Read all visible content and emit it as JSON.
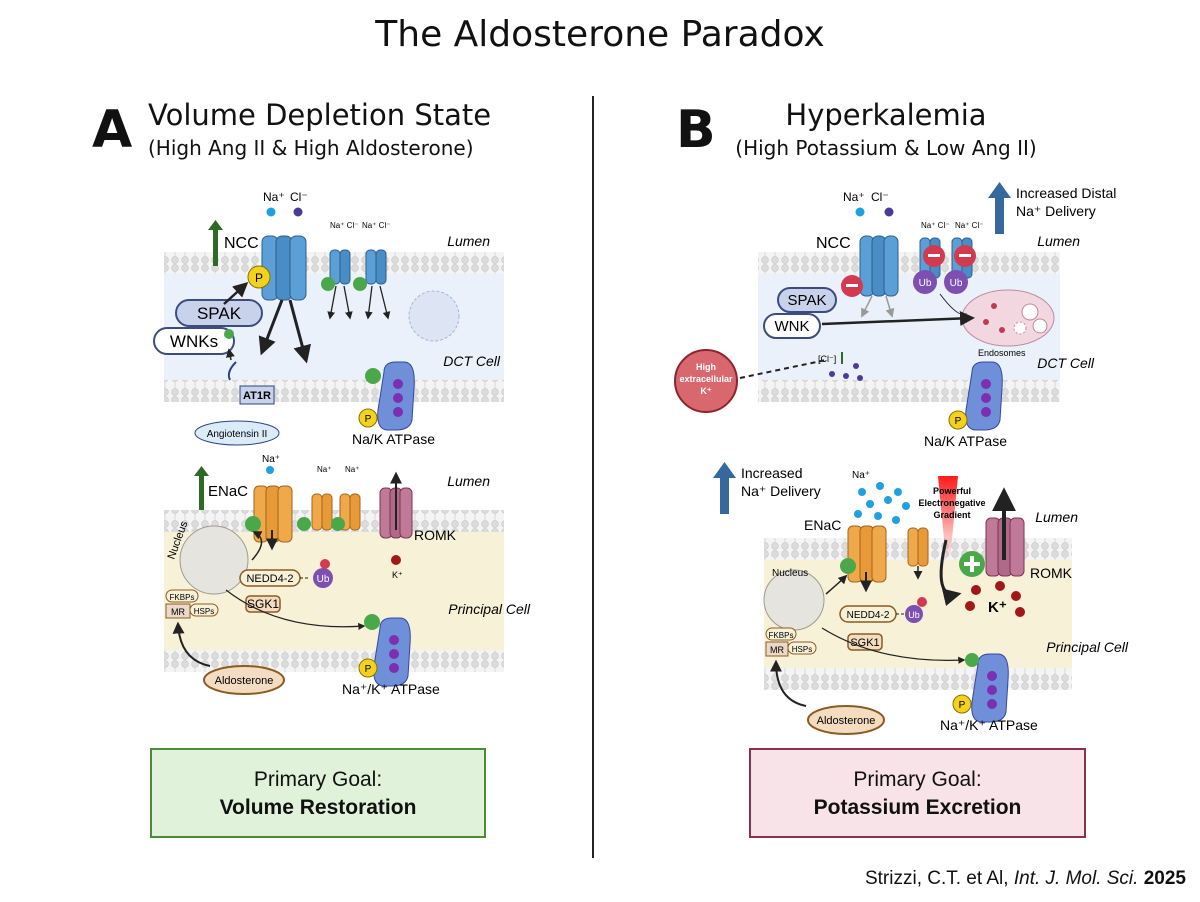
{
  "title": "The Aldosterone Paradox",
  "panel_a": {
    "letter": "A",
    "heading": "Volume Depletion State",
    "subheading": "(High Ang II & High Aldosterone)",
    "dct": {
      "lumen": "Lumen",
      "cell": "DCT Cell",
      "ncc": "NCC",
      "na": "Na⁺",
      "cl": "Cl⁻",
      "small_ions": "Na⁺ Cl⁻",
      "spak": "SPAK",
      "wnks": "WNKs",
      "at1r": "AT1R",
      "ang": "Angiotensin II",
      "pump": "Na/K ATPase",
      "p": "P"
    },
    "pc": {
      "lumen": "Lumen",
      "cell": "Principal Cell",
      "enac": "ENaC",
      "na": "Na⁺",
      "romk": "ROMK",
      "k": "K⁺",
      "nucleus": "Nucleus",
      "nedd": "NEDD4-2",
      "sgk": "SGK1",
      "ub": "Ub",
      "fkbps": "FKBPs",
      "hsps": "HSPs",
      "mr": "MR",
      "aldo": "Aldosterone",
      "pump": "Na⁺/K⁺ ATPase",
      "p": "P"
    },
    "goal_line1": "Primary Goal:",
    "goal_line2": "Volume Restoration"
  },
  "panel_b": {
    "letter": "B",
    "heading": "Hyperkalemia",
    "subheading": "(High Potassium & Low Ang II)",
    "dct": {
      "lumen": "Lumen",
      "cell": "DCT Cell",
      "ncc": "NCC",
      "na": "Na⁺",
      "cl": "Cl⁻",
      "small_ions": "Na⁺ Cl⁻",
      "spak": "SPAK",
      "wnk": "WNK",
      "endosomes": "Endosomes",
      "cl_intra": "[Cl⁻]",
      "high_k_1": "High",
      "high_k_2": "extracellular",
      "high_k_3": "K⁺",
      "distal_1": "Increased Distal",
      "distal_2": "Na⁺ Delivery",
      "pump": "Na/K ATPase",
      "ub": "Ub",
      "p": "P"
    },
    "pc": {
      "lumen": "Lumen",
      "cell": "Principal Cell",
      "enac": "ENaC",
      "na": "Na⁺",
      "delivery_1": "Increased",
      "delivery_2": "Na⁺ Delivery",
      "gradient_1": "Powerful",
      "gradient_2": "Electronegative",
      "gradient_3": "Gradient",
      "romk": "ROMK",
      "k": "K⁺",
      "nucleus": "Nucleus",
      "nedd": "NEDD4-2",
      "sgk": "SGK1",
      "ub": "Ub",
      "fkbps": "FKBPs",
      "hsps": "HSPs",
      "mr": "MR",
      "aldo": "Aldosterone",
      "pump": "Na⁺/K⁺ ATPase",
      "p": "P"
    },
    "goal_line1": "Primary Goal:",
    "goal_line2": "Potassium Excretion"
  },
  "citation": {
    "authors": "Strizzi, C.T. et Al, ",
    "journal": "Int. J. Mol. Sci.",
    "year": "2025"
  },
  "colors": {
    "membrane_head": "#e3e3e3",
    "dct_cytoplasm": "#eaf1fb",
    "pc_cytoplasm": "#f7f1d8",
    "channel_blue": "#5b9fd6",
    "channel_orange": "#f0a94a",
    "romk_pink": "#c07a98",
    "pump_blue": "#6f8fd8",
    "plus_green": "#4aa84a",
    "minus_red": "#d33a4f",
    "ub_purple": "#7c4fb0",
    "phospho_yellow": "#f3d21d",
    "up_arrow_green": "#2d6a26",
    "up_arrow_blue": "#35689c"
  }
}
